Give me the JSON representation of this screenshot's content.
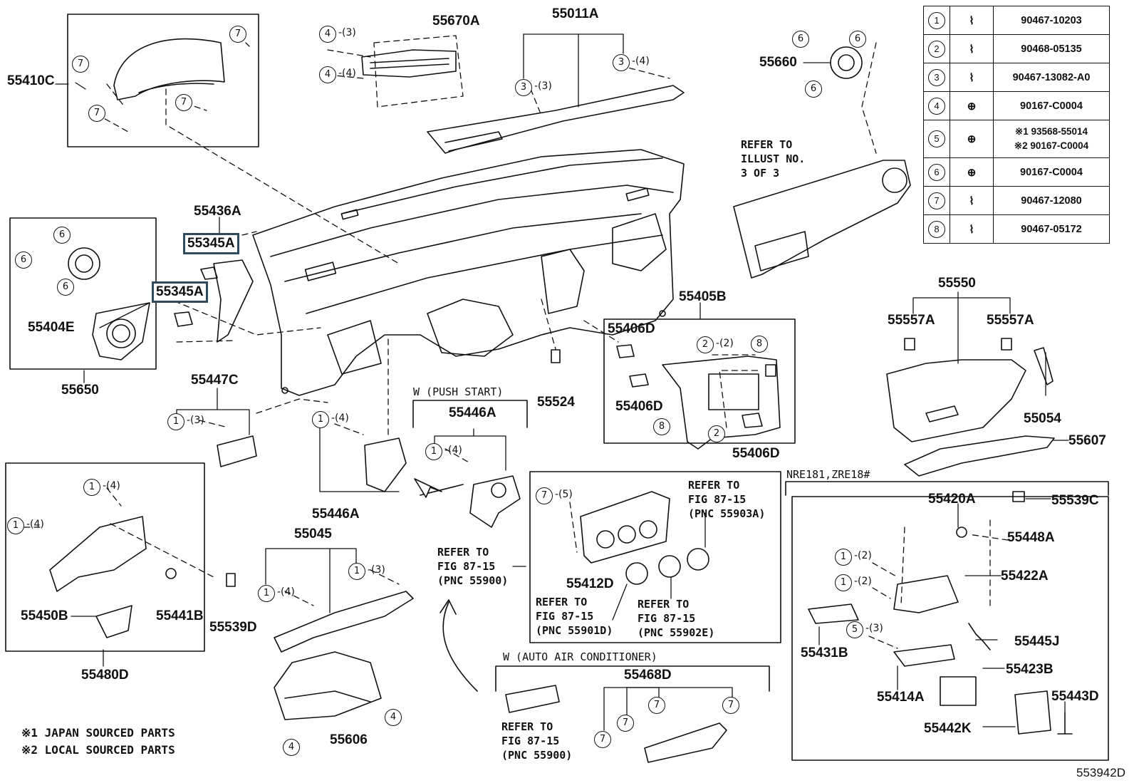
{
  "diagram_id": "553942D",
  "notes": [
    "※1 JAPAN SOURCED PARTS",
    "※2 LOCAL SOURCED PARTS"
  ],
  "legend": [
    {
      "num": "1",
      "part": "90467-10203",
      "icon": "clip-icon"
    },
    {
      "num": "2",
      "part": "90468-05135",
      "icon": "clip-icon"
    },
    {
      "num": "3",
      "part": "90467-13082-A0",
      "icon": "clip-icon"
    },
    {
      "num": "4",
      "part": "90167-C0004",
      "icon": "screw-icon"
    },
    {
      "num": "5",
      "part_line1": "※1 93568-55014",
      "part_line2": "※2 90167-C0004",
      "icon": "screw-icon"
    },
    {
      "num": "6",
      "part": "90167-C0004",
      "icon": "screw-icon"
    },
    {
      "num": "7",
      "part": "90467-12080",
      "icon": "clip-icon"
    },
    {
      "num": "8",
      "part": "90467-05172",
      "icon": "clip-icon"
    }
  ],
  "labels": {
    "p55410C": "55410C",
    "p55670A": "55670A",
    "p55011A": "55011A",
    "p55660": "55660",
    "p55436A": "55436A",
    "p55345A_1": "55345A",
    "p55345A_2": "55345A",
    "p55404E": "55404E",
    "p55650": "55650",
    "p55447C": "55447C",
    "p55405B": "55405B",
    "p55406D_1": "55406D",
    "p55406D_2": "55406D",
    "p55406D_3": "55406D",
    "p55524": "55524",
    "p55446A_1": "55446A",
    "p55446A_2": "55446A",
    "p55550": "55550",
    "p55557A_1": "55557A",
    "p55557A_2": "55557A",
    "p55054": "55054",
    "p55607": "55607",
    "p55420A": "55420A",
    "p55539C": "55539C",
    "p55448A": "55448A",
    "p55422A": "55422A",
    "p55045": "55045",
    "p55450B": "55450B",
    "p55441B": "55441B",
    "p55539D": "55539D",
    "p55480D": "55480D",
    "p55412D": "55412D",
    "p55431B": "55431B",
    "p55445J": "55445J",
    "p55414A": "55414A",
    "p55423B": "55423B",
    "p55443D": "55443D",
    "p55442K": "55442K",
    "p55606": "55606",
    "p55468D": "55468D"
  },
  "conditions": {
    "push_start": "W (PUSH START)",
    "auto_ac": "W (AUTO AIR CONDITIONER)",
    "model_code": "NRE181,ZRE18#"
  },
  "refers": {
    "illust": [
      "REFER TO",
      "ILLUST NO.",
      "3 OF 3"
    ],
    "r55903A": [
      "REFER TO",
      "FIG 87-15",
      "(PNC 55903A)"
    ],
    "r55900_a": [
      "REFER TO",
      "FIG 87-15",
      "(PNC 55900)"
    ],
    "r55901D": [
      "REFER TO",
      "FIG 87-15",
      "(PNC 55901D)"
    ],
    "r55902E": [
      "REFER TO",
      "FIG 87-15",
      "(PNC 55902E)"
    ],
    "r55900_b": [
      "REFER TO",
      "FIG 87-15",
      "(PNC 55900)"
    ]
  },
  "callouts": {
    "c1": {
      "num": "4",
      "qty": "-(3)"
    },
    "c2": {
      "num": "4",
      "qty": "-(4)"
    },
    "c3": {
      "num": "3",
      "qty": "-(3)"
    },
    "c4": {
      "num": "3",
      "qty": "-(4)"
    },
    "c5": {
      "num": "1",
      "qty": "-(3)"
    },
    "c6": {
      "num": "1",
      "qty": "-(4)"
    },
    "c7": {
      "num": "1",
      "qty": "-(4)"
    },
    "c8": {
      "num": "2",
      "qty": "-(2)"
    },
    "c9": {
      "num": "1",
      "qty": "-(4)"
    },
    "c10": {
      "num": "1",
      "qty": "-(4)"
    },
    "c11": {
      "num": "7",
      "qty": "-(5)"
    },
    "c12": {
      "num": "1",
      "qty": "-(3)"
    },
    "c13": {
      "num": "1",
      "qty": "-(4)"
    },
    "c14": {
      "num": "1",
      "qty": "-(2)"
    },
    "c15": {
      "num": "1",
      "qty": "-(2)"
    },
    "c16": {
      "num": "5",
      "qty": "-(3)"
    }
  },
  "plain_circles": {
    "k7a": "7",
    "k7b": "7",
    "k7c": "7",
    "k7d": "7",
    "k6a": "6",
    "k6b": "6",
    "k6c": "6",
    "k6d": "6",
    "k6e": "6",
    "k6f": "6",
    "k8a": "8",
    "k8b": "8",
    "k2b": "2",
    "k4a": "4",
    "k4b": "4",
    "k7e": "7",
    "k7f": "7",
    "k7g": "7",
    "k7h": "7"
  }
}
